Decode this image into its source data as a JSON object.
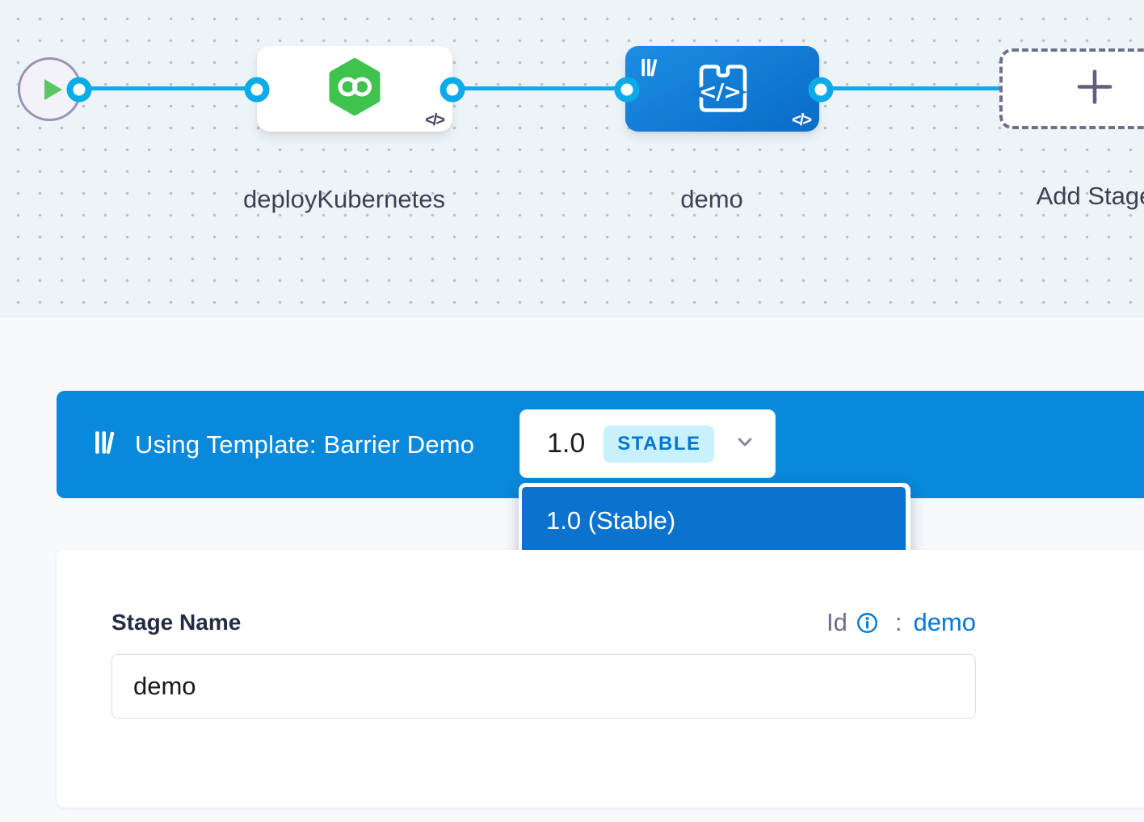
{
  "pipeline": {
    "nodes": {
      "deploy": {
        "label": "deployKubernetes"
      },
      "demo": {
        "label": "demo"
      },
      "add": {
        "label": "Add Stage"
      }
    },
    "code_glyph": "</>"
  },
  "banner": {
    "text": "Using Template: Barrier Demo",
    "version": "1.0",
    "badge": "STABLE"
  },
  "dropdown": {
    "items": [
      {
        "label": "1.0 (Stable)",
        "selected": true
      }
    ],
    "selected_item": "1.0 (Stable)"
  },
  "form": {
    "stage_name_label": "Stage Name",
    "stage_name_value": "demo",
    "id_label": "Id",
    "id_colon": ":",
    "id_value": "demo"
  },
  "icons": {
    "start": "play-icon",
    "deploy_stage": "harness-hexagon-infinity-icon",
    "demo_stage": "custom-stage-code-icon",
    "template": "template-library-icon",
    "code": "code-brackets-icon",
    "add": "plus-icon",
    "version": "chevron-down-icon",
    "id_help": "info-icon"
  },
  "colors": {
    "canvas_bg": "#edf4f8",
    "link_blue": "#0aabe8",
    "banner_blue": "#0889dc",
    "demo_node_blue_start": "#1d8de4",
    "demo_node_blue_end": "#0a6fca",
    "dropdown_item_blue": "#0b72ce",
    "stage_green": "#3fc24e",
    "accent_blue": "#0278d5",
    "stable_badge_bg": "#c9f1fd",
    "text_dark": "#3b4152"
  }
}
